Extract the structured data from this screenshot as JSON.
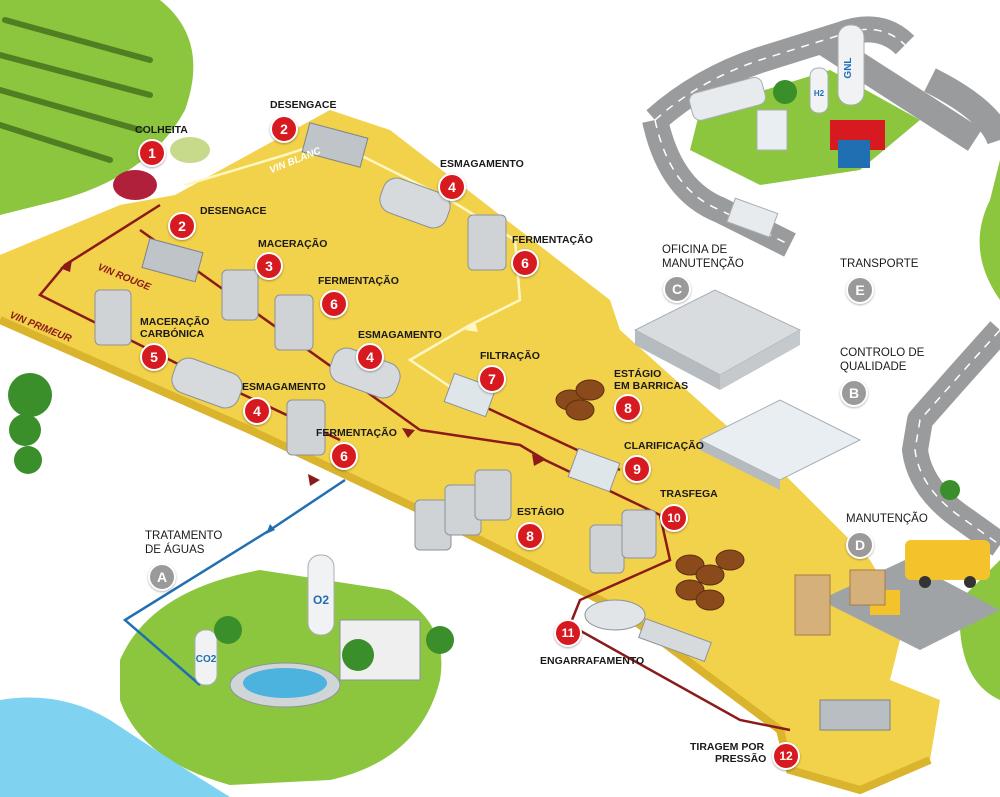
{
  "steps": [
    {
      "num": "1",
      "label": "COLHEITA"
    },
    {
      "num": "2",
      "label": "DESENGACE"
    },
    {
      "num": "2",
      "label": "DESENGACE"
    },
    {
      "num": "3",
      "label": "MACERAÇÃO"
    },
    {
      "num": "4",
      "label": "ESMAGAMENTO"
    },
    {
      "num": "4",
      "label": "ESMAGAMENTO"
    },
    {
      "num": "4",
      "label": "ESMAGAMENTO"
    },
    {
      "num": "5",
      "label_line1": "MACERAÇÃO",
      "label_line2": "CARBÓNICA"
    },
    {
      "num": "6",
      "label": "FERMENTAÇÃO"
    },
    {
      "num": "6",
      "label": "FERMENTAÇÃO"
    },
    {
      "num": "6",
      "label": "FERMENTAÇÃO"
    },
    {
      "num": "7",
      "label": "FILTRAÇÃO"
    },
    {
      "num": "8",
      "label_line1": "ESTÁGIO",
      "label_line2": "EM BARRICAS"
    },
    {
      "num": "8",
      "label": "ESTÁGIO"
    },
    {
      "num": "9",
      "label": "CLARIFICAÇÃO"
    },
    {
      "num": "10",
      "label": "TRASFEGA"
    },
    {
      "num": "11",
      "label": "ENGARRAFAMENTO"
    },
    {
      "num": "12",
      "label_line1": "TIRAGEM POR",
      "label_line2": "PRESSÃO"
    }
  ],
  "services": [
    {
      "letter": "A",
      "line1": "TRATAMENTO",
      "line2": "DE ÁGUAS"
    },
    {
      "letter": "B",
      "line1": "CONTROLO DE",
      "line2": "QUALIDADE"
    },
    {
      "letter": "C",
      "line1": "OFICINA DE",
      "line2": "MANUTENÇÃO"
    },
    {
      "letter": "D",
      "line1": "MANUTENÇÃO"
    },
    {
      "letter": "E",
      "line1": "TRANSPORTE"
    }
  ],
  "path_labels": {
    "vin_blanc": "VIN BLANC",
    "vin_rouge": "VIN ROUGE",
    "vin_primeur": "VIN PRIMEUR"
  },
  "tank_labels": {
    "gnl": "GNL",
    "o2": "O2",
    "co2": "CO2",
    "h2": "H2"
  },
  "colors": {
    "platform": "#f2d14b",
    "platform_edge": "#d9b42c",
    "red_flow": "#8b1a1a",
    "white_flow": "#fff7c2",
    "blue_flow": "#1f6fb2",
    "badge_red": "#d71920",
    "badge_grey": "#9a9a9a",
    "grass": "#8cc63f",
    "road": "#9a9b9d",
    "water": "#7fd3f0"
  }
}
